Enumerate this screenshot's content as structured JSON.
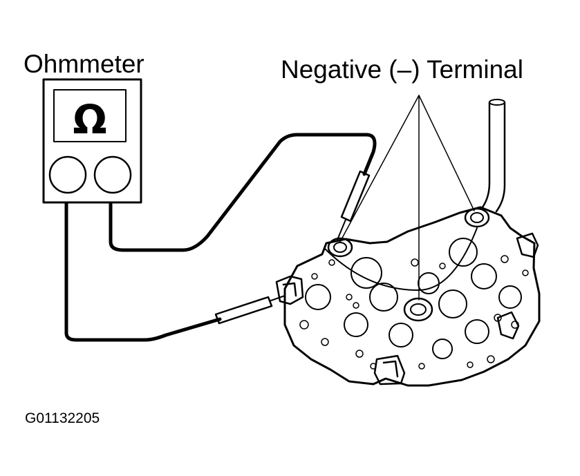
{
  "labels": {
    "meter": "Ohmmeter",
    "terminal": "Negative (–) Terminal",
    "figure_code": "G01132205"
  },
  "meter": {
    "symbol": "Ω"
  }
}
